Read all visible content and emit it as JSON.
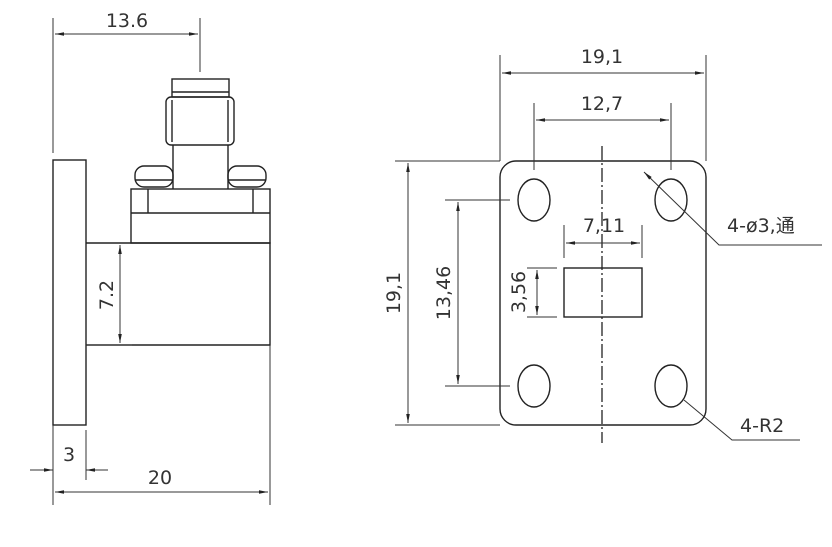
{
  "side_view": {
    "dim_connector_offset": "13.6",
    "dim_waveguide_height": "7.2",
    "dim_flange_thickness": "3",
    "dim_total_length": "20"
  },
  "flange_view": {
    "dim_flange_width": "19,1",
    "dim_hole_spacing_x": "12,7",
    "dim_flange_height": "19,1",
    "dim_hole_spacing_y": "13,46",
    "dim_aperture_height": "3,56",
    "dim_aperture_width": "7,11",
    "note_holes": "4-ø3,通",
    "note_corner_radius": "4-R2"
  },
  "colors": {
    "line": "#222222",
    "text": "#333333"
  }
}
